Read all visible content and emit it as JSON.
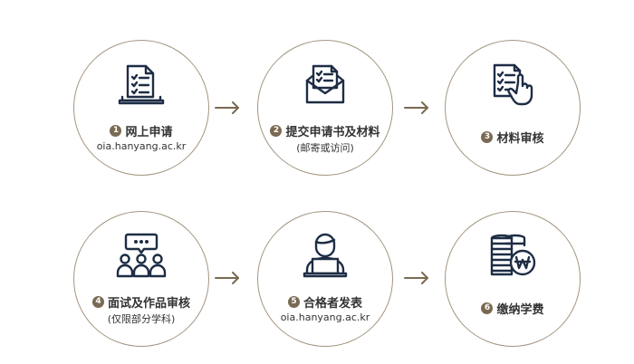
{
  "steps": [
    {
      "num": "1",
      "label": "网上申请",
      "sub": "oia.hanyang.ac.kr",
      "icon": "laptop-checklist-icon"
    },
    {
      "num": "2",
      "label": "提交申请书及材料",
      "sub": "(邮寄或访问)",
      "icon": "envelope-checklist-icon"
    },
    {
      "num": "3",
      "label": "材料审核",
      "sub": "",
      "icon": "document-review-hand-icon"
    },
    {
      "num": "4",
      "label": "面试及作品审核",
      "sub": "(仅限部分学科)",
      "icon": "interview-group-icon"
    },
    {
      "num": "5",
      "label": "合格者发表",
      "sub": "oia.hanyang.ac.kr",
      "icon": "person-laptop-icon"
    },
    {
      "num": "6",
      "label": "缴纳学费",
      "sub": "",
      "icon": "coins-won-icon"
    }
  ],
  "colors": {
    "circle_border": "#a39580",
    "accent": "#7a6a52",
    "icon": "#1e2d45",
    "text": "#333333"
  }
}
